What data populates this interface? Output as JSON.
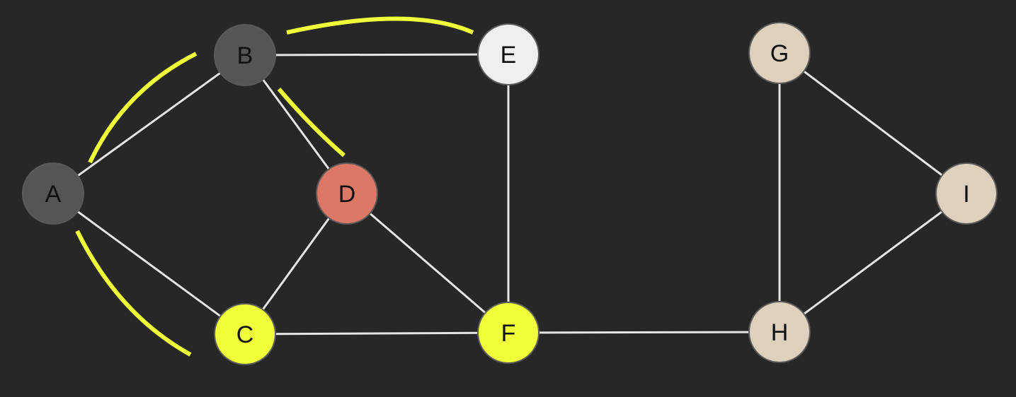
{
  "diagram": {
    "type": "graph",
    "colors": {
      "background": "#272727",
      "edge": "#e6e6e6",
      "highlight": "#eeff3a",
      "label_dark_fill": "#111111",
      "label_light_fill": "#111111"
    },
    "nodes": [
      {
        "id": "A",
        "label": "A",
        "fill": "#555555"
      },
      {
        "id": "B",
        "label": "B",
        "fill": "#555555"
      },
      {
        "id": "C",
        "label": "C",
        "fill": "#eeff3a"
      },
      {
        "id": "D",
        "label": "D",
        "fill": "#dd7866"
      },
      {
        "id": "E",
        "label": "E",
        "fill": "#eeefef"
      },
      {
        "id": "F",
        "label": "F",
        "fill": "#eeff3a"
      },
      {
        "id": "G",
        "label": "G",
        "fill": "#ddd0bc"
      },
      {
        "id": "H",
        "label": "H",
        "fill": "#ddd0bc"
      },
      {
        "id": "I",
        "label": "I",
        "fill": "#ddd0bc"
      }
    ],
    "edges": [
      {
        "from": "A",
        "to": "B"
      },
      {
        "from": "A",
        "to": "C"
      },
      {
        "from": "B",
        "to": "E"
      },
      {
        "from": "B",
        "to": "D"
      },
      {
        "from": "D",
        "to": "C"
      },
      {
        "from": "D",
        "to": "F"
      },
      {
        "from": "C",
        "to": "F"
      },
      {
        "from": "E",
        "to": "F"
      },
      {
        "from": "F",
        "to": "H"
      },
      {
        "from": "G",
        "to": "H"
      },
      {
        "from": "G",
        "to": "I"
      },
      {
        "from": "H",
        "to": "I"
      }
    ],
    "highlighted_edges": [
      {
        "from": "A",
        "to": "B"
      },
      {
        "from": "A",
        "to": "C"
      },
      {
        "from": "B",
        "to": "E"
      },
      {
        "from": "B",
        "to": "D"
      }
    ]
  }
}
